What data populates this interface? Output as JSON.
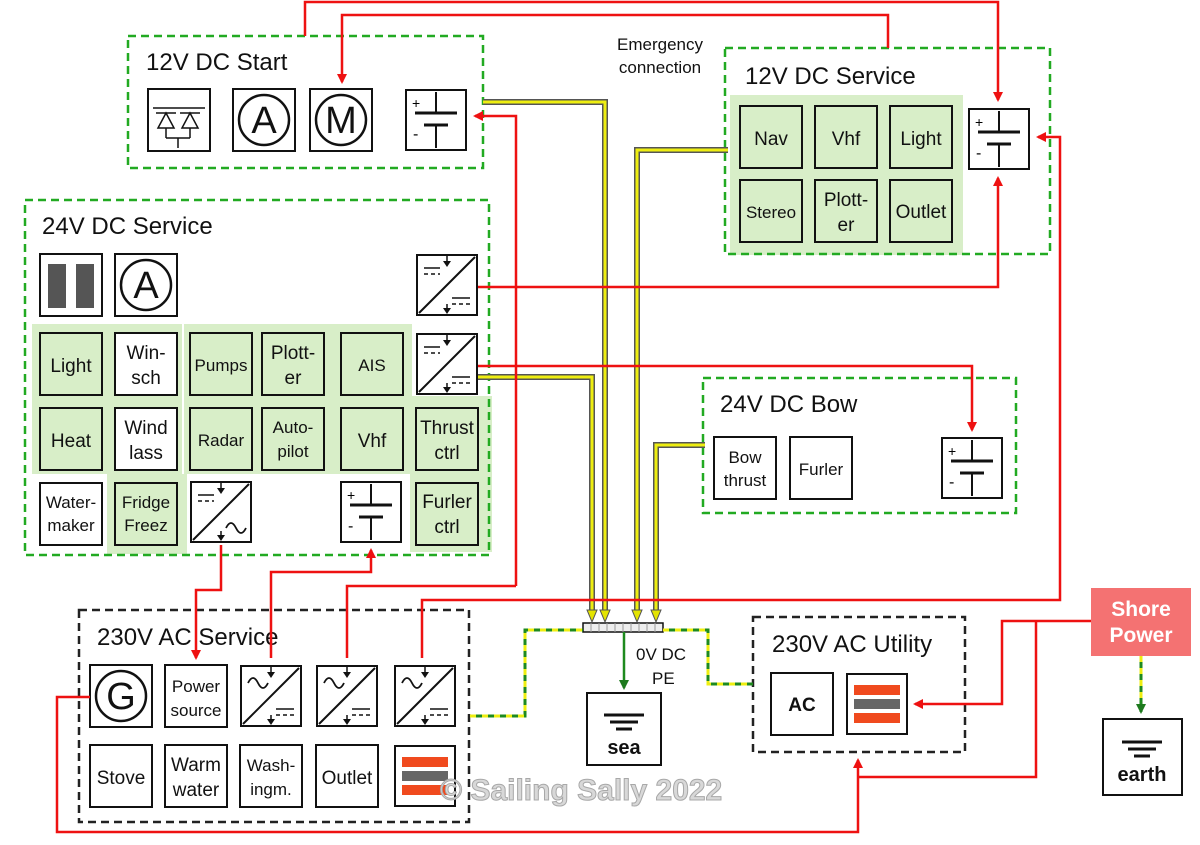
{
  "groups": {
    "start12": {
      "title": "12V DC Start"
    },
    "service12": {
      "title": "12V DC Service"
    },
    "service24": {
      "title": "24V DC Service"
    },
    "bow24": {
      "title": "24V DC Bow"
    },
    "ac_service": {
      "title": "230V AC Service"
    },
    "ac_utility": {
      "title": "230V AC Utility"
    }
  },
  "components": {
    "start_ammeter": "A",
    "start_motor": "M",
    "s12_nav": "Nav",
    "s12_vhf": "Vhf",
    "s12_light": "Light",
    "s12_stereo": "Stereo",
    "s12_plotter": [
      "Plott-",
      "er"
    ],
    "s12_outlet": "Outlet",
    "s24_ammeter": "A",
    "s24_light": "Light",
    "s24_winsch": [
      "Win-",
      "sch"
    ],
    "s24_pumps": "Pumps",
    "s24_plotter": [
      "Plott-",
      "er"
    ],
    "s24_ais": "AIS",
    "s24_heat": "Heat",
    "s24_windlass": [
      "Wind",
      "lass"
    ],
    "s24_radar": "Radar",
    "s24_autopilot": [
      "Auto-",
      "pilot"
    ],
    "s24_vhf": "Vhf",
    "s24_thrust_ctrl": [
      "Thrust",
      "ctrl"
    ],
    "s24_watermaker": [
      "Water-",
      "maker"
    ],
    "s24_fridge": [
      "Fridge",
      "Freez"
    ],
    "s24_furler_ctrl": [
      "Furler",
      "ctrl"
    ],
    "bow_thrust": [
      "Bow",
      "thrust"
    ],
    "bow_furler": "Furler",
    "ac_generator": "G",
    "ac_power_source": [
      "Power",
      "source"
    ],
    "ac_stove": "Stove",
    "ac_warm_water": [
      "Warm",
      "water"
    ],
    "ac_washing": [
      "Wash-",
      "ingm."
    ],
    "ac_outlet": "Outlet",
    "util_ac": "AC"
  },
  "labels": {
    "emergency": [
      "Emergency",
      "connection"
    ],
    "busbar": [
      "0V DC",
      "PE"
    ],
    "sea": "sea",
    "earth": "earth",
    "shore_power": [
      "Shore",
      "Power"
    ],
    "watermark": "© Sailing Sally 2022"
  },
  "colors": {
    "live_wire": "#ee1111",
    "dc_ground": "#eeee11",
    "pe_wire": "#22aa22",
    "group_border_green": "#22aa22",
    "group_border_black": "#222222",
    "consumer_bg": "#d8eec8",
    "shore_bg": "#f47272"
  },
  "icons": {
    "rectifier": "rectifier-icon",
    "battery": "battery-icon",
    "dcdc": "dc-dc-converter-icon",
    "inverter": "inverter-icon",
    "charger": "charger-icon",
    "panel": "switch-panel-icon",
    "distribution": "distribution-icon",
    "ground": "ground-icon"
  }
}
